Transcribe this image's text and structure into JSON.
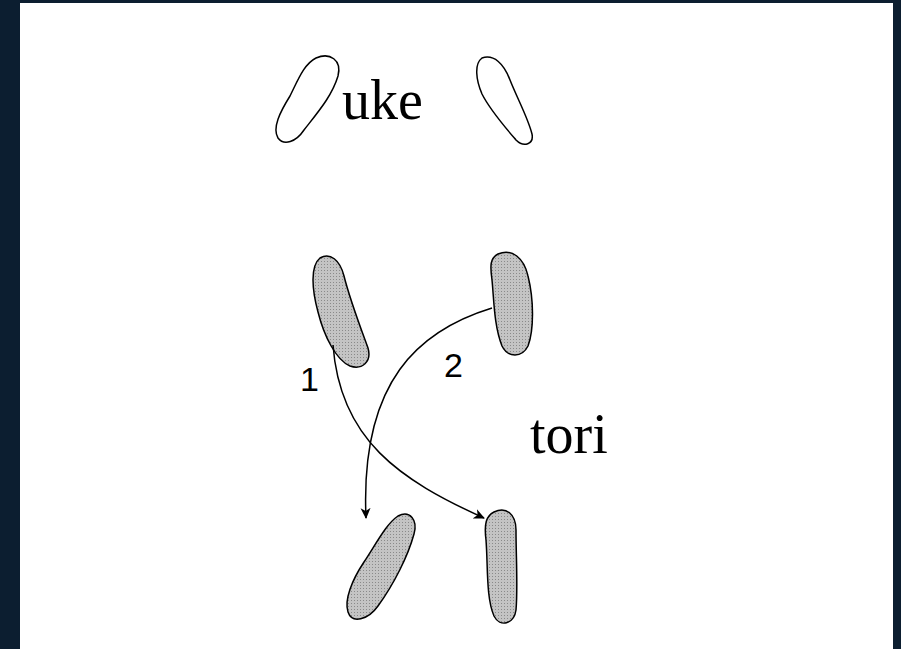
{
  "diagram": {
    "labels": [
      "uke",
      "2",
      "1",
      "tori"
    ]
  }
}
